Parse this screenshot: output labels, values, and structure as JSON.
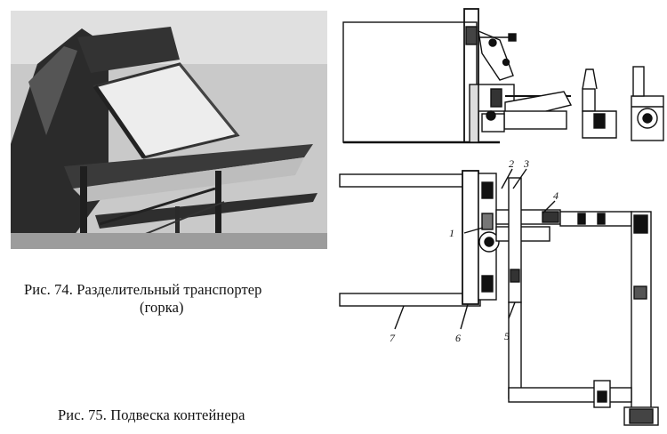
{
  "figure74": {
    "caption_line1": "Рис. 74. Разделительный транспортер",
    "caption_line2": "(горка)"
  },
  "figure75": {
    "caption": "Рис. 75. Подвеска контейнера",
    "callouts": [
      "1",
      "2",
      "3",
      "4",
      "5",
      "6",
      "7"
    ]
  }
}
